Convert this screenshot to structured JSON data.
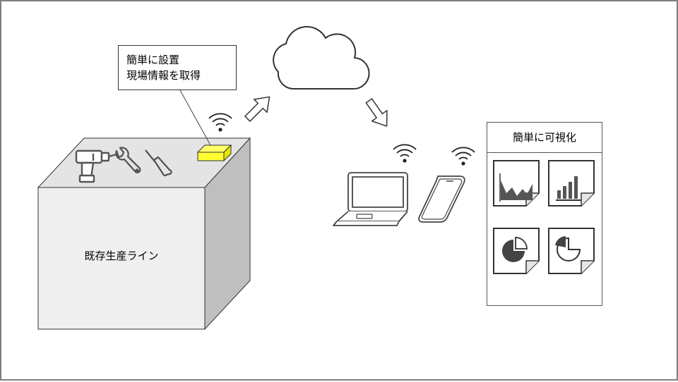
{
  "callout": {
    "line1": "簡単に設置",
    "line2": "現場情報を取得"
  },
  "production_line": {
    "label": "既存生産ライン"
  },
  "visualization": {
    "title": "簡単に可視化"
  },
  "colors": {
    "sensor": "#ffff33",
    "cube_front": "#efefef",
    "cube_top": "#e4e4e4",
    "cube_side": "#bfbfbf",
    "outline": "#333333",
    "icon_dark": "#555555"
  },
  "icons": [
    "drill-icon",
    "wrench-icon",
    "screwdriver-icon",
    "sensor-device",
    "wifi-icon",
    "cloud-icon",
    "upload-arrow-icon",
    "download-arrow-icon",
    "laptop-icon",
    "smartphone-icon",
    "area-chart-document-icon",
    "bar-chart-document-icon",
    "pie-chart-document-icon",
    "donut-chart-document-icon"
  ]
}
